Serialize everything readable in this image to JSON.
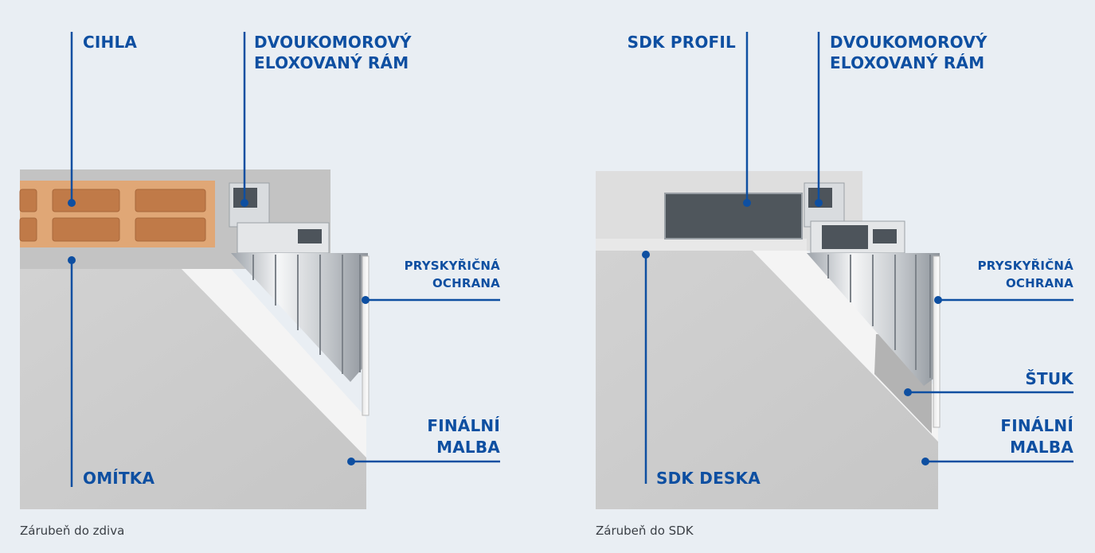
{
  "panels": [
    {
      "caption": "Zárubeň do zdiva",
      "labels": {
        "cihla": "CIHLA",
        "ram_line1": "DVOUKOMOROVÝ",
        "ram_line2": "ELOXOVANÝ RÁM",
        "ochrana_line1": "PRYSKYŘIČNÁ",
        "ochrana_line2": "OCHRANA",
        "malba_line1": "FINÁLNÍ",
        "malba_line2": "MALBA",
        "omitka": "OMÍTKA"
      }
    },
    {
      "caption": "Zárubeň do SDK",
      "labels": {
        "profil": "SDK PROFIL",
        "ram_line1": "DVOUKOMOROVÝ",
        "ram_line2": "ELOXOVANÝ RÁM",
        "ochrana_line1": "PRYSKYŘIČNÁ",
        "ochrana_line2": "OCHRANA",
        "stuk": "ŠTUK",
        "malba_line1": "FINÁLNÍ",
        "malba_line2": "MALBA",
        "deska": "SDK DESKA"
      }
    }
  ],
  "colors": {
    "accent": "#0e4fa1",
    "background": "#e9eef3",
    "brick": "#e0a776",
    "plaster": "#cbcbcb"
  }
}
